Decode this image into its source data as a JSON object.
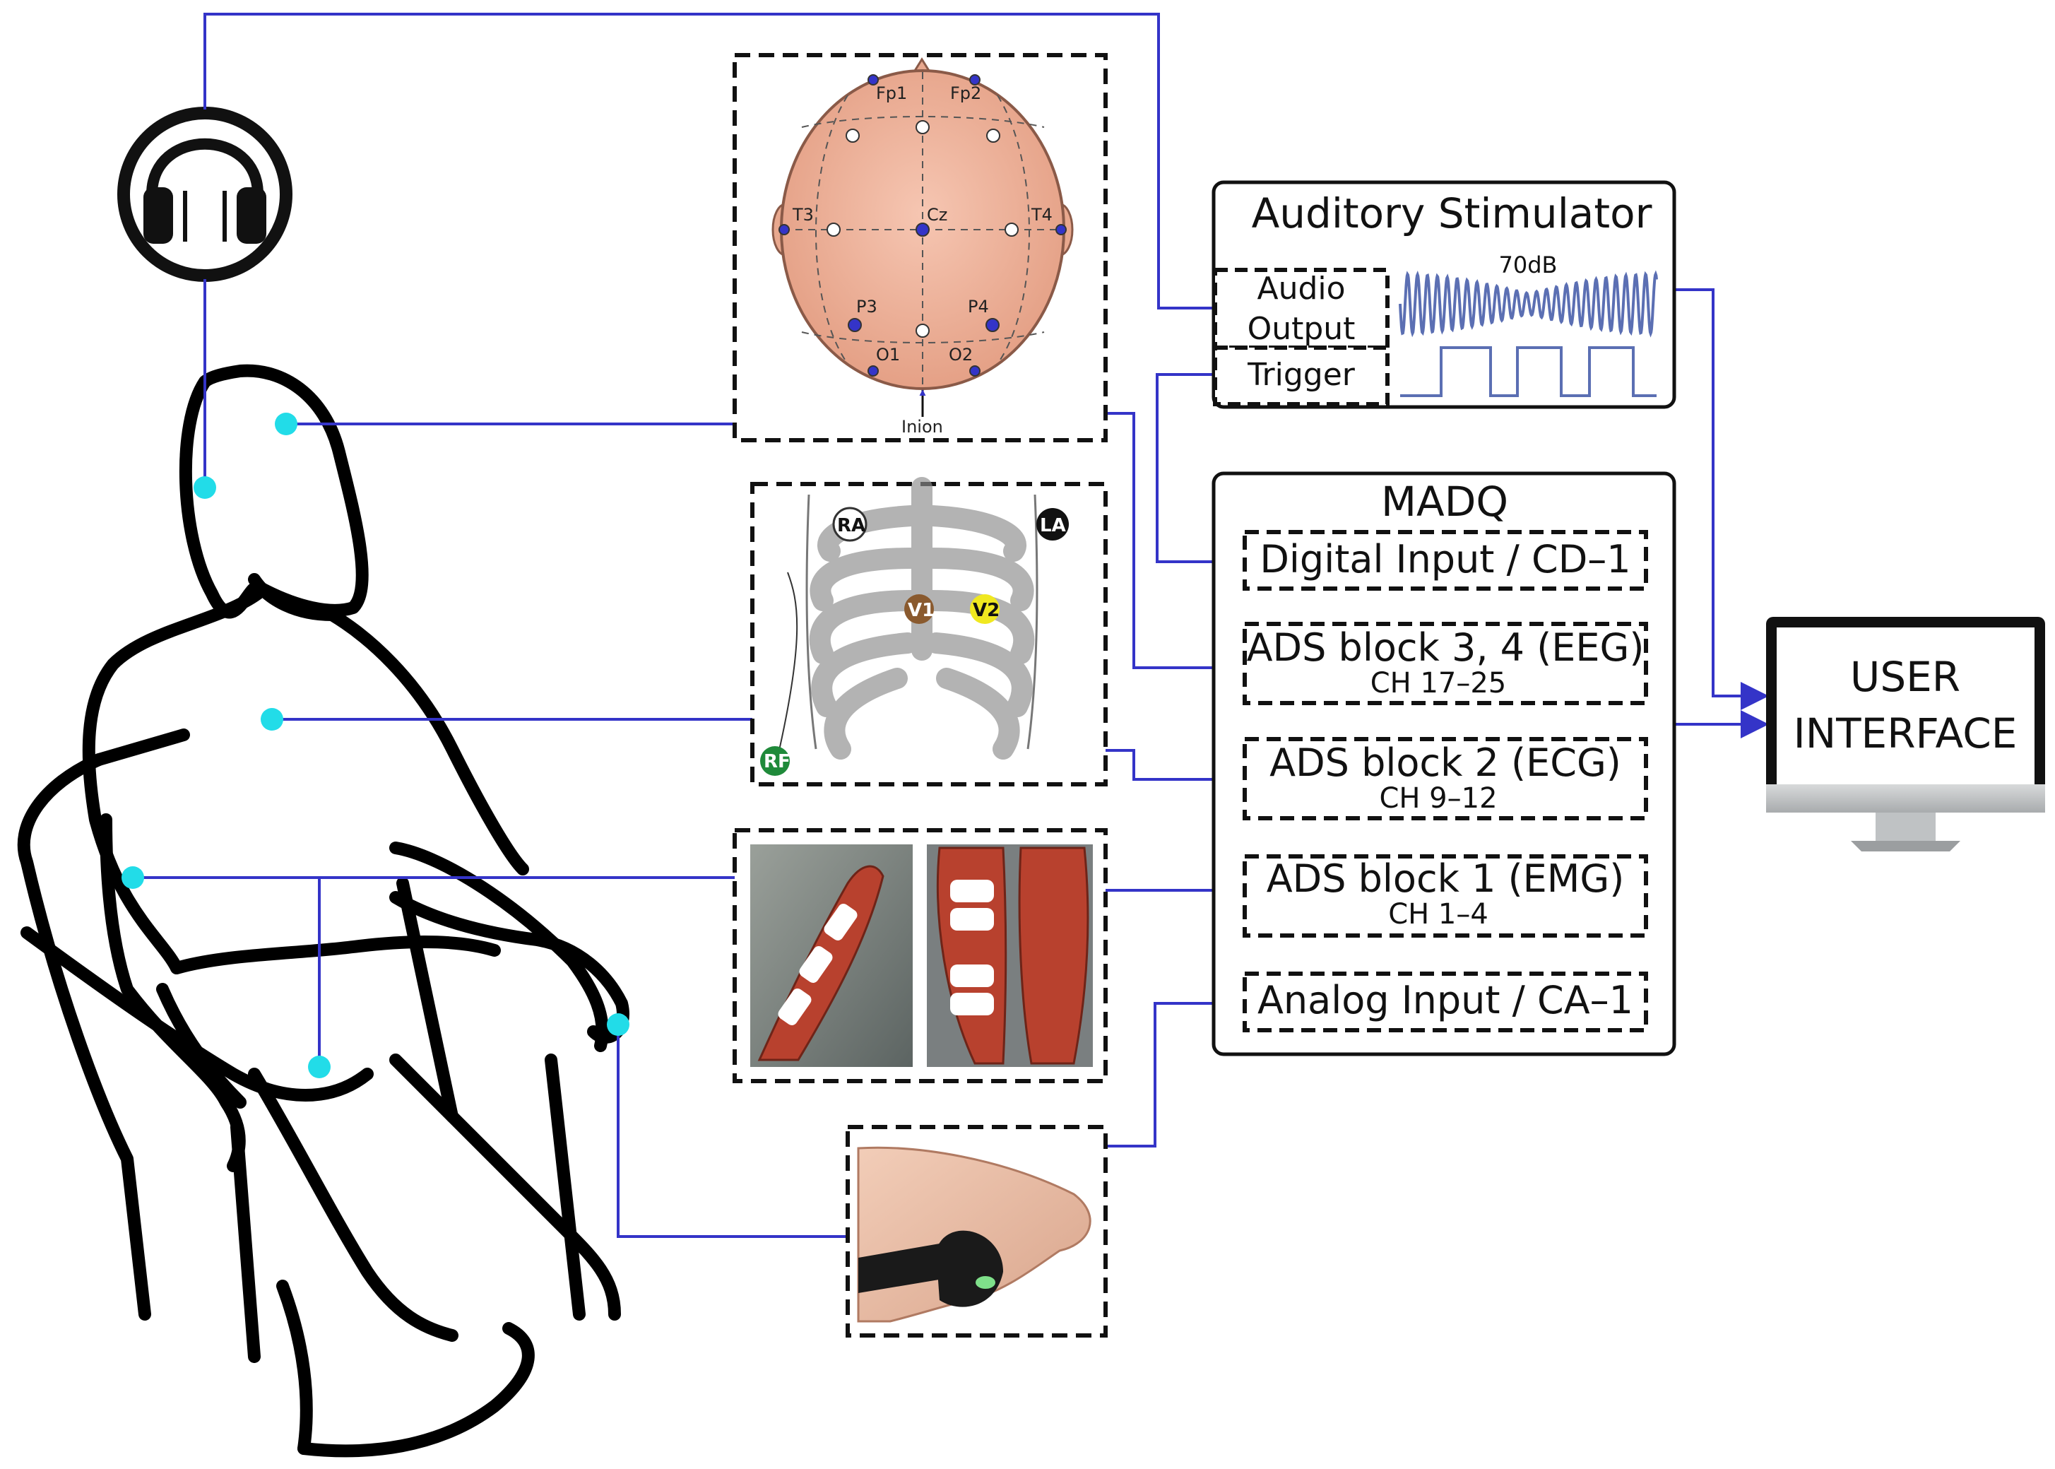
{
  "stimulator": {
    "title": "Auditory Stimulator",
    "audio_line1": "Audio",
    "audio_line2": "Output",
    "trigger": "Trigger",
    "level": "70dB"
  },
  "madq": {
    "title": "MADQ",
    "digital_input": "Digital Input / CD–1",
    "eeg_label": "ADS block 3, 4 (EEG)",
    "eeg_ch": "CH 17–25",
    "ecg_label": "ADS block 2 (ECG)",
    "ecg_ch": "CH 9–12",
    "emg_label": "ADS block 1 (EMG)",
    "emg_ch": "CH 1–4",
    "analog_input": "Analog Input / CA–1"
  },
  "ui": {
    "line1": "USER",
    "line2": "INTERFACE"
  },
  "eeg_map": {
    "fp1": "Fp1",
    "fp2": "Fp2",
    "t3": "T3",
    "t4": "T4",
    "cz": "Cz",
    "p3": "P3",
    "p4": "P4",
    "o1": "O1",
    "o2": "O2",
    "inion": "Inion"
  },
  "ecg_leads": {
    "ra": "RA",
    "la": "LA",
    "v1": "V1",
    "v2": "V2",
    "rf": "RF"
  },
  "colors": {
    "wire": "#3434c8",
    "sensor_dot": "#22dce8",
    "wave": "#5b6fb3",
    "scalp": "#f0b49e",
    "muscle": "#b8412e"
  },
  "icons": [
    "headphones-icon",
    "monitor-icon"
  ]
}
